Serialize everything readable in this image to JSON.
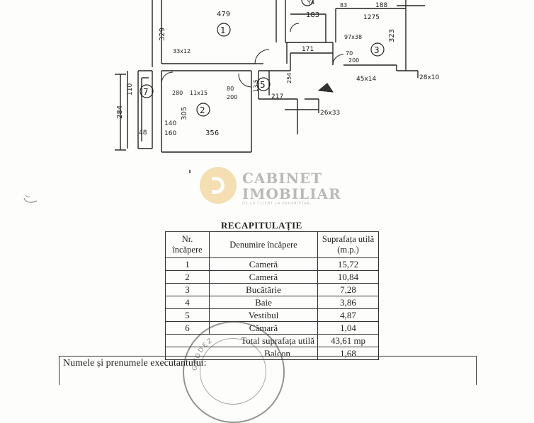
{
  "plan": {
    "rooms": [
      "1",
      "2",
      "3",
      "5",
      "7"
    ],
    "dimensions": [
      "479",
      "329",
      "33x12",
      "1275",
      "183",
      "188",
      "83",
      "97x38",
      "323",
      "171",
      "70",
      "200",
      "45x14",
      "28x10",
      "80",
      "200",
      "110",
      "284",
      "280",
      "11x15",
      "305",
      "140",
      "160",
      "48",
      "356",
      "13.5",
      "217",
      "26x33",
      "254",
      "Y4"
    ]
  },
  "logo": {
    "line1": "CABINET",
    "line2": "IMOBILIAR",
    "tagline": "DE LA CLIENT LA PROPRIETAR"
  },
  "recap": {
    "title": "RECAPITULAȚIE",
    "headers": [
      "Nr. încăpere",
      "Denumire încăpere",
      "Suprafața utilă (m.p.)"
    ],
    "rows": [
      {
        "nr": "1",
        "name": "Cameră",
        "area": "15,72"
      },
      {
        "nr": "2",
        "name": "Cameră",
        "area": "10,84"
      },
      {
        "nr": "3",
        "name": "Bucătărie",
        "area": "7,28"
      },
      {
        "nr": "4",
        "name": "Baie",
        "area": "3,86"
      },
      {
        "nr": "5",
        "name": "Vestibul",
        "area": "4,87"
      },
      {
        "nr": "6",
        "name": "Cămară",
        "area": "1,04"
      }
    ],
    "total_label": "Total suprafața utilă",
    "total_value": "43,61 mp",
    "balcony_label": "Balcon",
    "balcony_value": "1,68"
  },
  "footer": {
    "label": "Numele și prenumele executantului:"
  },
  "stamp": {
    "text": "GEODEZ"
  }
}
